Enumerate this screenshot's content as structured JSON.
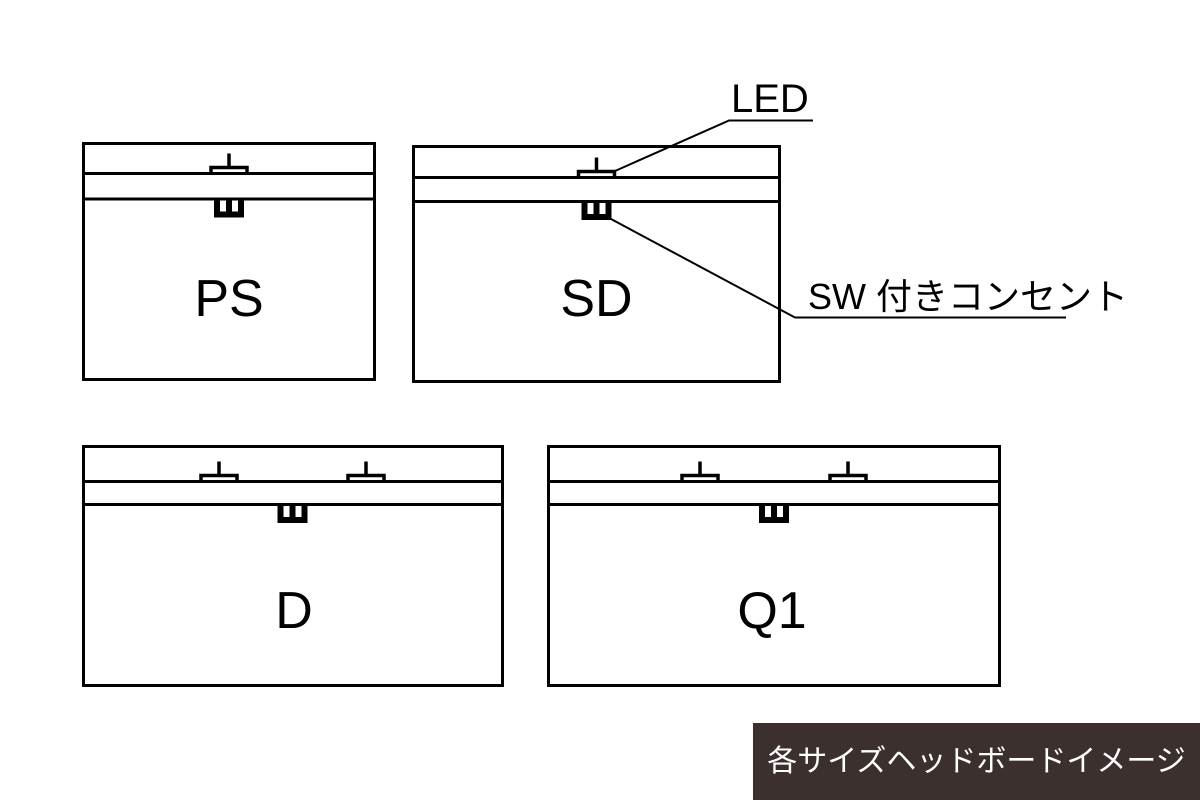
{
  "colors": {
    "background": "#ffffff",
    "line": "#000000",
    "caption_bg": "#3b302d",
    "caption_text": "#ffffff"
  },
  "annotations": {
    "led": {
      "label": "LED"
    },
    "outlet": {
      "label": "SW 付きコンセント"
    }
  },
  "caption": {
    "text": "各サイズヘッドボードイメージ"
  },
  "icons": {
    "led_symbol": "led-marker",
    "outlet_symbol": "outlet-marker"
  },
  "headboards": [
    {
      "id": "PS",
      "label": "PS",
      "led_count": 1,
      "outlet_count": 1
    },
    {
      "id": "SD",
      "label": "SD",
      "led_count": 1,
      "outlet_count": 1
    },
    {
      "id": "D",
      "label": "D",
      "led_count": 2,
      "outlet_count": 1
    },
    {
      "id": "Q1",
      "label": "Q1",
      "led_count": 2,
      "outlet_count": 1
    }
  ]
}
